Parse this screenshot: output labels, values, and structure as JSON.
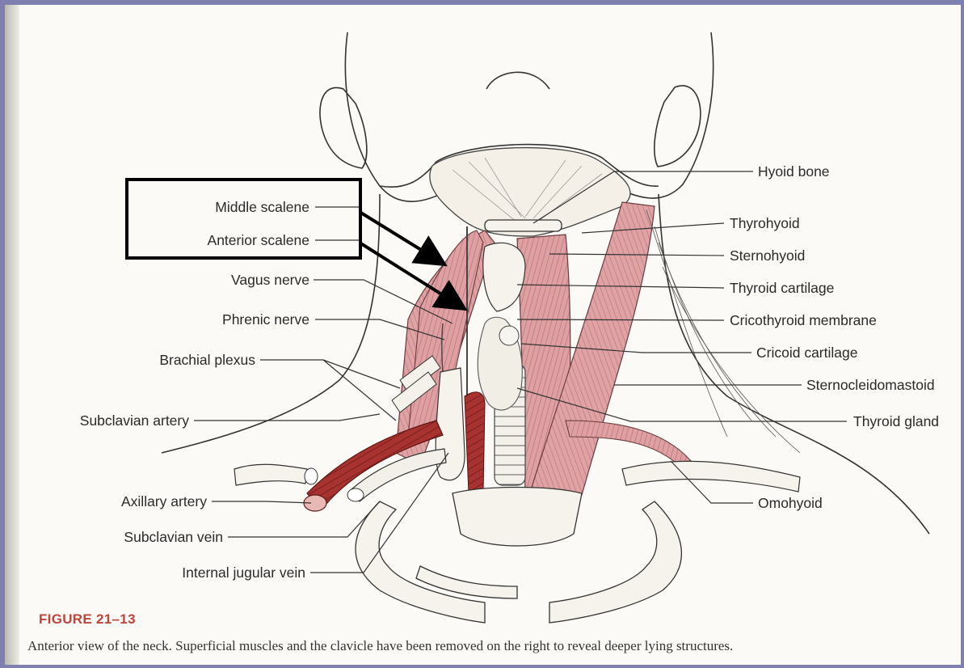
{
  "figure": {
    "number": "FIGURE 21–13",
    "caption": "Anterior view of the neck. Superficial muscles and the clavicle have been removed on the right to reveal deeper lying structures."
  },
  "labels_left": {
    "middle_scalene": "Middle scalene",
    "anterior_scalene": "Anterior scalene",
    "vagus_nerve": "Vagus nerve",
    "phrenic_nerve": "Phrenic nerve",
    "brachial_plexus": "Brachial plexus",
    "subclavian_artery": "Subclavian artery",
    "axillary_artery": "Axillary artery",
    "subclavian_vein": "Subclavian vein",
    "internal_jugular_vein": "Internal jugular vein"
  },
  "labels_right": {
    "hyoid_bone": "Hyoid bone",
    "thyrohyoid": "Thyrohyoid",
    "sternohyoid": "Sternohyoid",
    "thyroid_cartilage": "Thyroid cartilage",
    "cricothyroid_membrane": "Cricothyroid membrane",
    "cricoid_cartilage": "Cricoid cartilage",
    "sternocleidomastoid": "Sternocleidomastoid",
    "thyroid_gland": "Thyroid gland",
    "omohyoid": "Omohyoid"
  },
  "colors": {
    "muscle": "#d99a9c",
    "artery": "#a8322f",
    "highlight_box": "#000000",
    "caption_accent": "#c0443a",
    "frame": "#7f7fb0"
  }
}
